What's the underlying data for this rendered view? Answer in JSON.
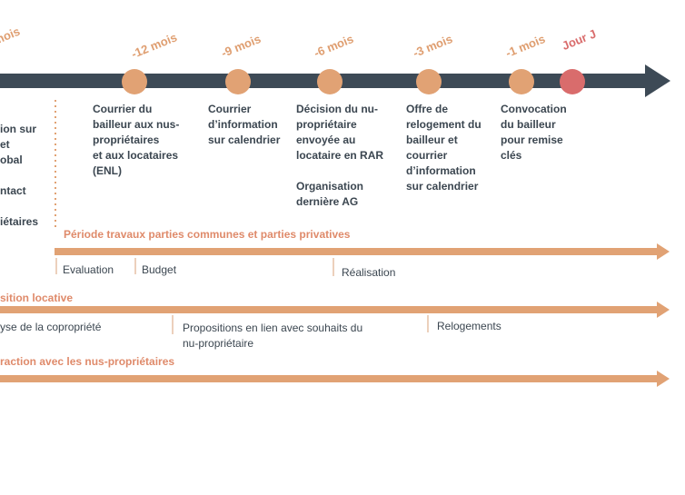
{
  "timeline": {
    "colors": {
      "axis": "#3d4a56",
      "milestone": "#e1a274",
      "deadline": "#d96c6c",
      "band": "#e1a274",
      "title": "#df8a6a",
      "text": "#3b4650"
    },
    "markers": [
      {
        "label": "mois",
        "text": "",
        "style": "normal"
      },
      {
        "label": "-12 mois",
        "text": "Courrier du\nbailleur aux nus-\npropriétaires\net aux locataires\n(ENL)",
        "style": "normal"
      },
      {
        "label": "-9 mois",
        "text": "Courrier\nd’information\nsur calendrier",
        "style": "normal"
      },
      {
        "label": "-6 mois",
        "text": "Décision du nu-\npropriétaire\nenvoyée au\nlocataire en RAR\n\nOrganisation\ndernière AG",
        "style": "normal"
      },
      {
        "label": "-3 mois",
        "text": "Offre de\nrelogement du\nbailleur et\ncourrier\nd’information\nsur calendrier",
        "style": "normal"
      },
      {
        "label": "-1 mois",
        "text": "Convocation\ndu bailleur\npour remise\nclés",
        "style": "normal"
      },
      {
        "label": "Jour J",
        "text": "",
        "style": "deadline"
      }
    ],
    "left_cut_text": "ion sur\net\nobal\n\nntact\n\niétaires"
  },
  "bands": [
    {
      "title": "Période travaux parties communes et parties privatives",
      "sub": [
        "Evaluation",
        "Budget",
        "Réalisation"
      ]
    },
    {
      "title": "sition locative",
      "sub": [
        "yse de la copropriété",
        "Propositions en lien avec souhaits du\nnu-propriétaire",
        "Relogements"
      ]
    },
    {
      "title": "raction avec les nus-propriétaires",
      "sub": []
    }
  ]
}
